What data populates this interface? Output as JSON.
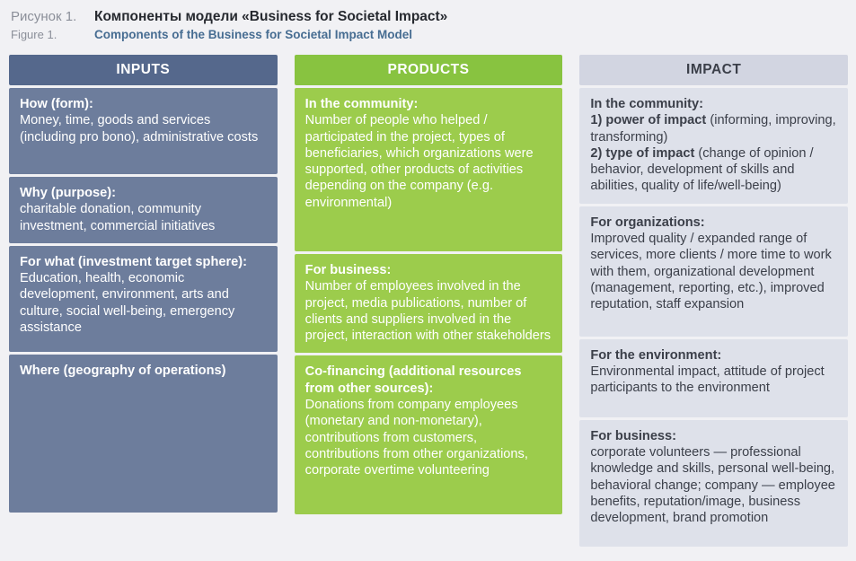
{
  "figure": {
    "ru_label": "Рисунок 1.",
    "ru_title": "Компоненты модели «Business for Societal Impact»",
    "en_label": "Figure 1.",
    "en_title": "Components of the Business for Societal Impact Model"
  },
  "colors": {
    "page_bg": "#f1f1f4",
    "en_title_color": "#476d92",
    "inputs_header": "#55688c",
    "inputs_body": "#6d7d9c",
    "products_header": "#88c340",
    "products_body": "#9ccc4c",
    "impact_header": "#d2d5e1",
    "impact_body": "#dee1ea",
    "impact_text": "#3b3f49"
  },
  "inputs": {
    "header": "INPUTS",
    "sections": [
      {
        "heading": "How (form):",
        "body": "Money, time, goods and services (including pro bono), administrative costs"
      },
      {
        "heading": "Why (purpose):",
        "body": "charitable donation, community investment, commercial initiatives"
      },
      {
        "heading": "For what (investment target sphere):",
        "body": "Education, health, economic development, environment, arts and culture, social well-being, emergency assistance"
      },
      {
        "heading": "Where (geography of operations)",
        "body": ""
      }
    ]
  },
  "products": {
    "header": "PRODUCTS",
    "sections": [
      {
        "heading": "In the community:",
        "body": "Number of people who helped / participated in the project, types of beneficiaries, which organizations were supported, other products of activities depending on the company (e.g. environmental)"
      },
      {
        "heading": "For business:",
        "body": "Number of employees involved in the project, media publications, number of clients and suppliers involved in the project, interaction with other stakeholders"
      },
      {
        "heading": "Co-financing (additional resources from other sources):",
        "body": "Donations from company employees (monetary and non-monetary), contributions from customers, contributions from other organizations, corporate overtime volunteering"
      }
    ]
  },
  "impact": {
    "header": "IMPACT",
    "sections": [
      {
        "heading": "In the community:",
        "line1_bold": "1) power of impact",
        "line1_rest": " (informing, improving, transforming)",
        "line2_bold": "2) type of impact",
        "line2_rest": " (change of opinion / behavior, development of skills and abilities, quality of life/well-being)"
      },
      {
        "heading": "For organizations:",
        "body": "Improved quality / expanded range of services, more clients / more time to work with them, organizational development (management, reporting, etc.), improved reputation, staff expansion"
      },
      {
        "heading": "For the environment:",
        "body": "Environmental impact, attitude of project participants to the environment"
      },
      {
        "heading": "For business:",
        "body": "corporate volunteers — professional knowledge and skills, personal well-being, behavioral change; company — employee benefits, reputation/image, business development, brand promotion"
      }
    ]
  }
}
